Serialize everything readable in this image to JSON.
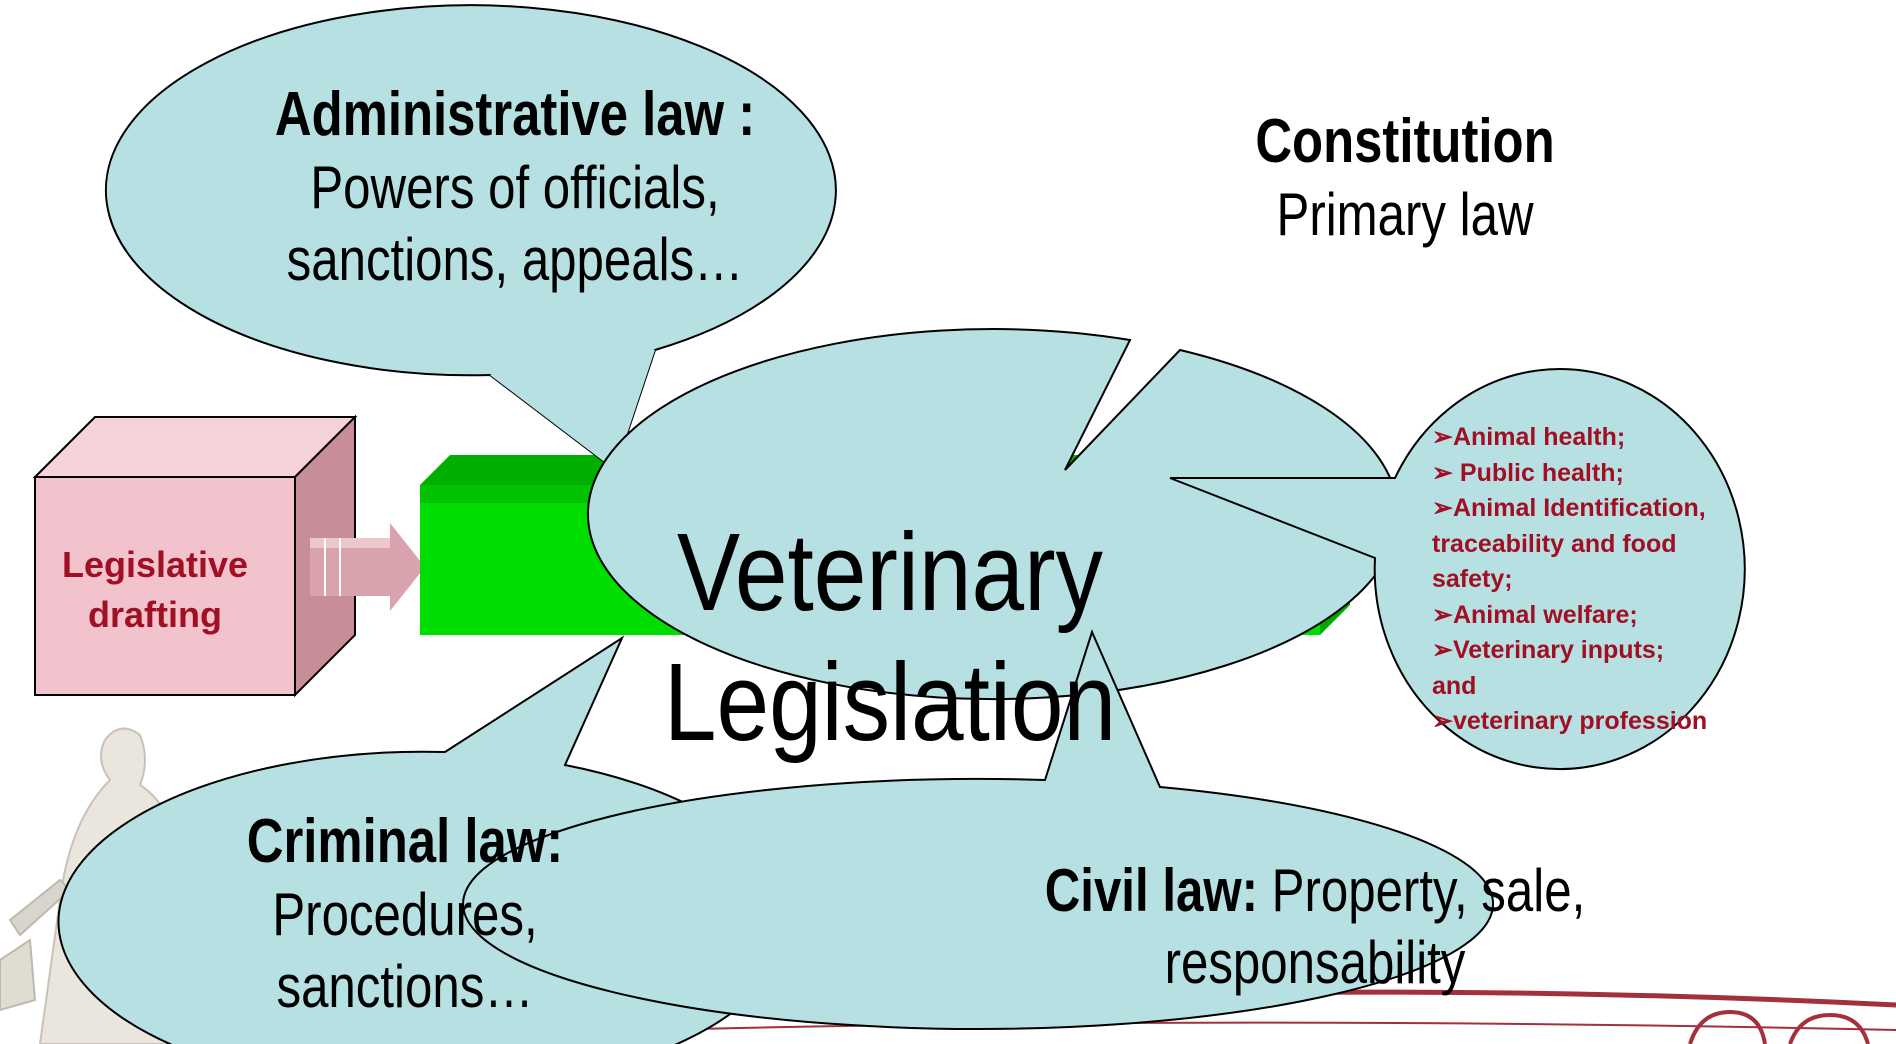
{
  "colors": {
    "callout_fill": "#b7e0e3",
    "bar_green": "#00cc00",
    "cube_pink": "#f2c3cc",
    "scope_text": "#a00f23"
  },
  "central": {
    "label": "Veterinary Legislation"
  },
  "input_box": {
    "label_line1": "Legislative",
    "label_line2": "drafting"
  },
  "callouts": {
    "administrative": {
      "title": "Administrative law :",
      "body_line1": "Powers of officials,",
      "body_line2": "sanctions, appeals…"
    },
    "constitution": {
      "title": "Constitution",
      "body": "Primary law"
    },
    "criminal": {
      "title": "Criminal law:",
      "body_line1": "Procedures,",
      "body_line2": "sanctions…"
    },
    "civil": {
      "title": "Civil law:",
      "body_line1": " Property, sale,",
      "body_line2": "responsability"
    }
  },
  "scope": {
    "bullet": "➢",
    "lines": [
      "➢Animal health;",
      "➢ Public health;",
      "➢Animal Identification,",
      "traceability and food",
      "safety;",
      "➢Animal welfare;",
      "➢Veterinary inputs;",
      "and",
      "➢veterinary profession"
    ]
  }
}
